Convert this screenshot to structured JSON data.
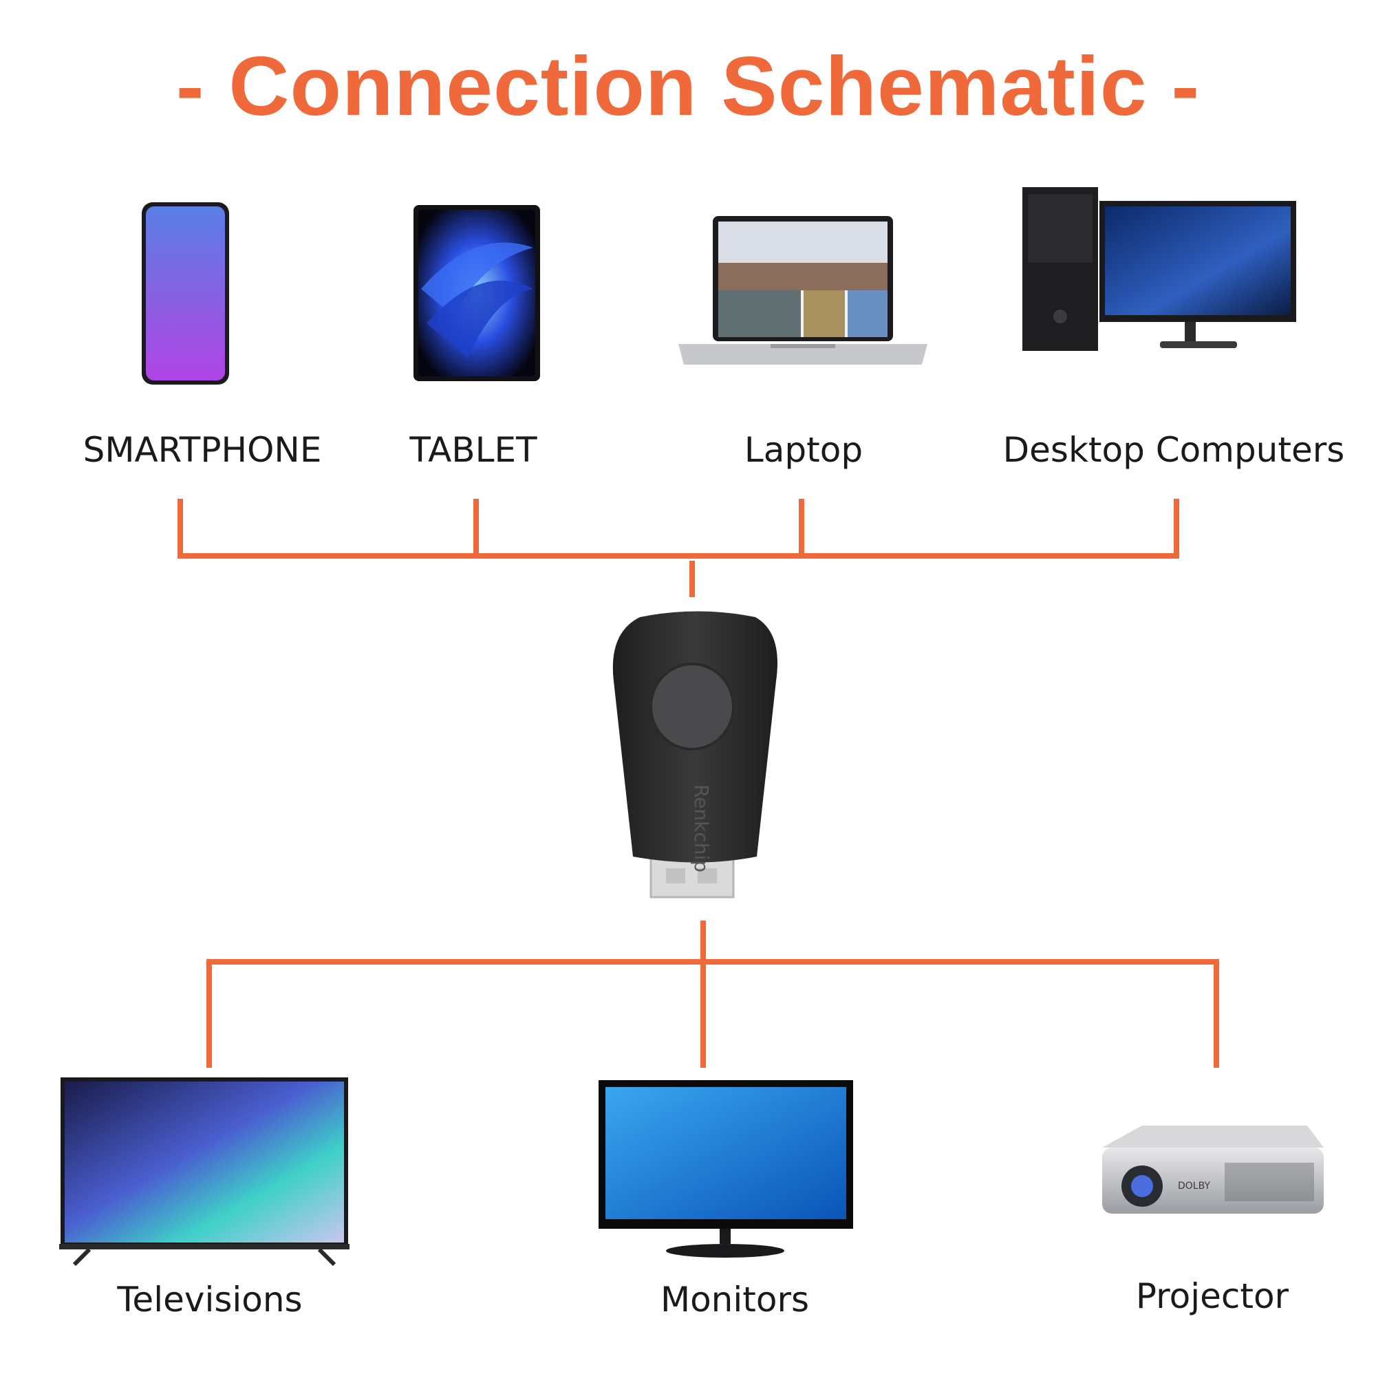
{
  "title": "- Connection Schematic -",
  "colors": {
    "accent": "#F0693A",
    "label_text": "#1a1a1a",
    "device_dark": "#2b2b2b"
  },
  "sources": [
    {
      "label": "SMARTPHONE",
      "icon": "smartphone-icon"
    },
    {
      "label": "TABLET",
      "icon": "tablet-icon"
    },
    {
      "label": "Laptop",
      "icon": "laptop-icon"
    },
    {
      "label": "Desktop Computers",
      "icon": "desktop-computer-icon"
    }
  ],
  "adapter": {
    "brand": "Renkchip",
    "icon": "hdmi-adapter-icon"
  },
  "outputs": [
    {
      "label": "Televisions",
      "icon": "television-icon"
    },
    {
      "label": "Monitors",
      "icon": "monitor-icon"
    },
    {
      "label": "Projector",
      "icon": "projector-icon"
    }
  ],
  "projector_badge": "DOLBY"
}
